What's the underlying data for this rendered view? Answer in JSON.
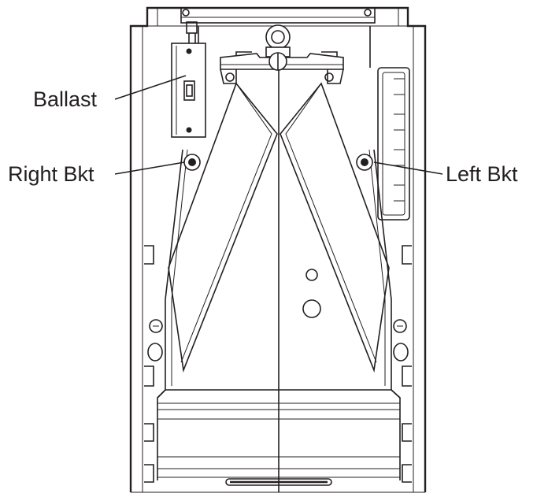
{
  "labels": {
    "ballast": "Ballast",
    "right_bracket": "Right Bkt",
    "left_bracket": "Left Bkt"
  },
  "colors": {
    "line": "#231f20",
    "background": "#ffffff"
  }
}
